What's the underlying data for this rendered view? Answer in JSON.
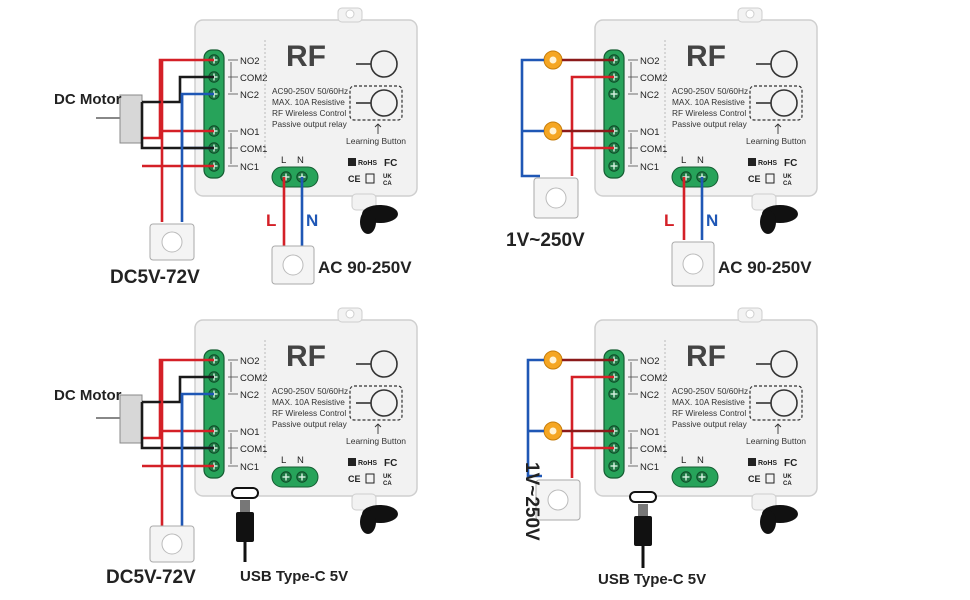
{
  "common": {
    "rf_title": "RF",
    "terminals": [
      "NO2",
      "COM2",
      "NC2",
      "NO1",
      "COM1",
      "NC1"
    ],
    "specs": [
      "AC90-250V 50/60Hz",
      "MAX. 10A Resistive",
      "RF Wireless Control",
      "Passive output relay"
    ],
    "learning_button": "Learning Button",
    "ln_labels": [
      "L",
      "N"
    ],
    "rohs": "RoHS",
    "fc": "FC",
    "ce": "CE",
    "ukca_top": "UK",
    "ukca_bottom": "CA"
  },
  "colors": {
    "red_wire": "#d42027",
    "blue_wire": "#1f57b5",
    "dark_red_wire": "#8b1a1a",
    "black_wire": "#1a1a1a",
    "terminal_green": "#27a35a",
    "bulb_orange": "#f5a623",
    "case_fill": "#f2f2f2",
    "case_stroke": "#cfcfcf"
  },
  "panels": [
    {
      "load_label": "DC Motor",
      "supply_label": "DC5V-72V",
      "mains_label": "AC 90-250V",
      "wire_L": "L",
      "wire_N": "N",
      "usb_label": ""
    },
    {
      "load_label": "",
      "supply_label": "1V~250V",
      "mains_label": "AC 90-250V",
      "wire_L": "L",
      "wire_N": "N",
      "usb_label": ""
    },
    {
      "load_label": "DC Motor",
      "supply_label": "DC5V-72V",
      "mains_label": "",
      "wire_L": "",
      "wire_N": "",
      "usb_label": "USB Type-C 5V"
    },
    {
      "load_label": "",
      "supply_label": "1V~250V",
      "mains_label": "",
      "wire_L": "",
      "wire_N": "",
      "usb_label": "USB Type-C 5V"
    }
  ]
}
